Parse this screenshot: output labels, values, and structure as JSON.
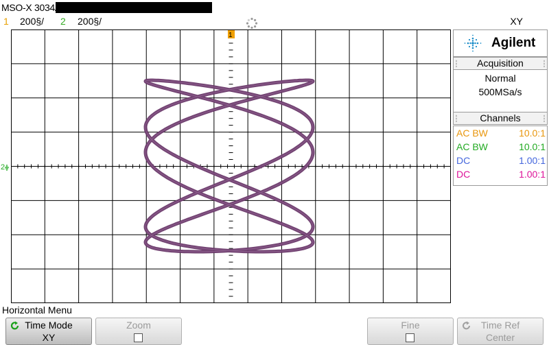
{
  "header": {
    "model": "MSO-X 3034A,",
    "ch1_number": "1",
    "ch1_scale": "200§/",
    "ch2_number": "2",
    "ch2_scale": "200§/",
    "mode": "XY",
    "spinner_icon": "busy-spinner-icon"
  },
  "screen": {
    "marker_1": "1",
    "marker_2": "2",
    "trace_color": "#6b3a6b"
  },
  "panel": {
    "brand": "Agilent",
    "brand_icon": "agilent-spark-icon",
    "acquisition": {
      "heading": "Acquisition",
      "mode": "Normal",
      "rate": "500MSa/s"
    },
    "channels": {
      "heading": "Channels",
      "rows": [
        {
          "coupling": "AC BW",
          "probe": "10.0:1",
          "color": "#e8960c"
        },
        {
          "coupling": "AC BW",
          "probe": "10.0:1",
          "color": "#22aa22"
        },
        {
          "coupling": "DC",
          "probe": "1.00:1",
          "color": "#4466dd"
        },
        {
          "coupling": "DC",
          "probe": "1.00:1",
          "color": "#dd1199"
        }
      ]
    }
  },
  "menu": {
    "title": "Horizontal Menu",
    "keys": [
      {
        "label": "Time Mode",
        "value": "XY",
        "icon": "rotate-arrow-icon"
      },
      {
        "label": "Zoom",
        "value": ""
      },
      {
        "label": "Fine",
        "value": ""
      },
      {
        "label": "Time Ref",
        "value": "Center",
        "icon": "rotate-arrow-icon"
      }
    ]
  }
}
